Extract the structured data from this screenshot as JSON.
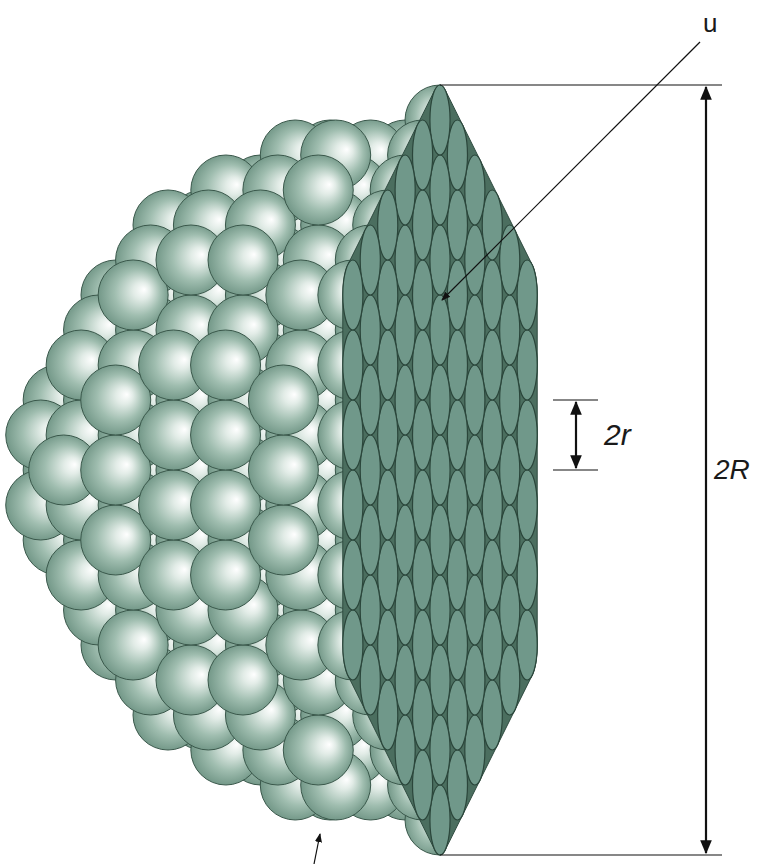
{
  "diagram": {
    "labels": [
      "u",
      "2r",
      "2R"
    ]
  }
}
